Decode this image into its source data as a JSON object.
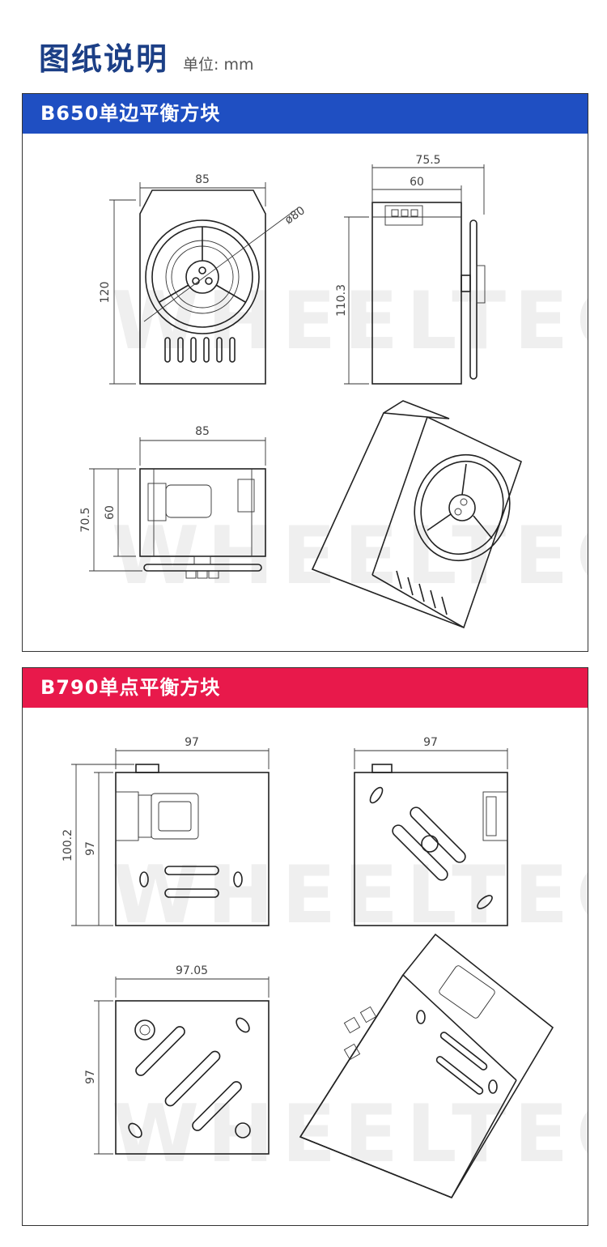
{
  "header": {
    "title": "图纸说明",
    "unit": "单位: mm"
  },
  "watermark": "WHEELTEC",
  "sections": [
    {
      "title": "B650单边平衡方块",
      "color": "#1f4fc2",
      "dims": {
        "front_width": "85",
        "front_height": "120",
        "wheel_diameter": "ø80",
        "side_total": "75.5",
        "side_body": "60",
        "side_height": "110.3",
        "top_width": "85",
        "top_outer": "70.5",
        "top_inner": "60"
      }
    },
    {
      "title": "B790单点平衡方块",
      "color": "#e8194b",
      "dims": {
        "front_width": "97",
        "front_outer": "100.2",
        "front_inner": "97",
        "side_width": "97",
        "back_width": "97.05",
        "back_height": "97"
      }
    }
  ]
}
